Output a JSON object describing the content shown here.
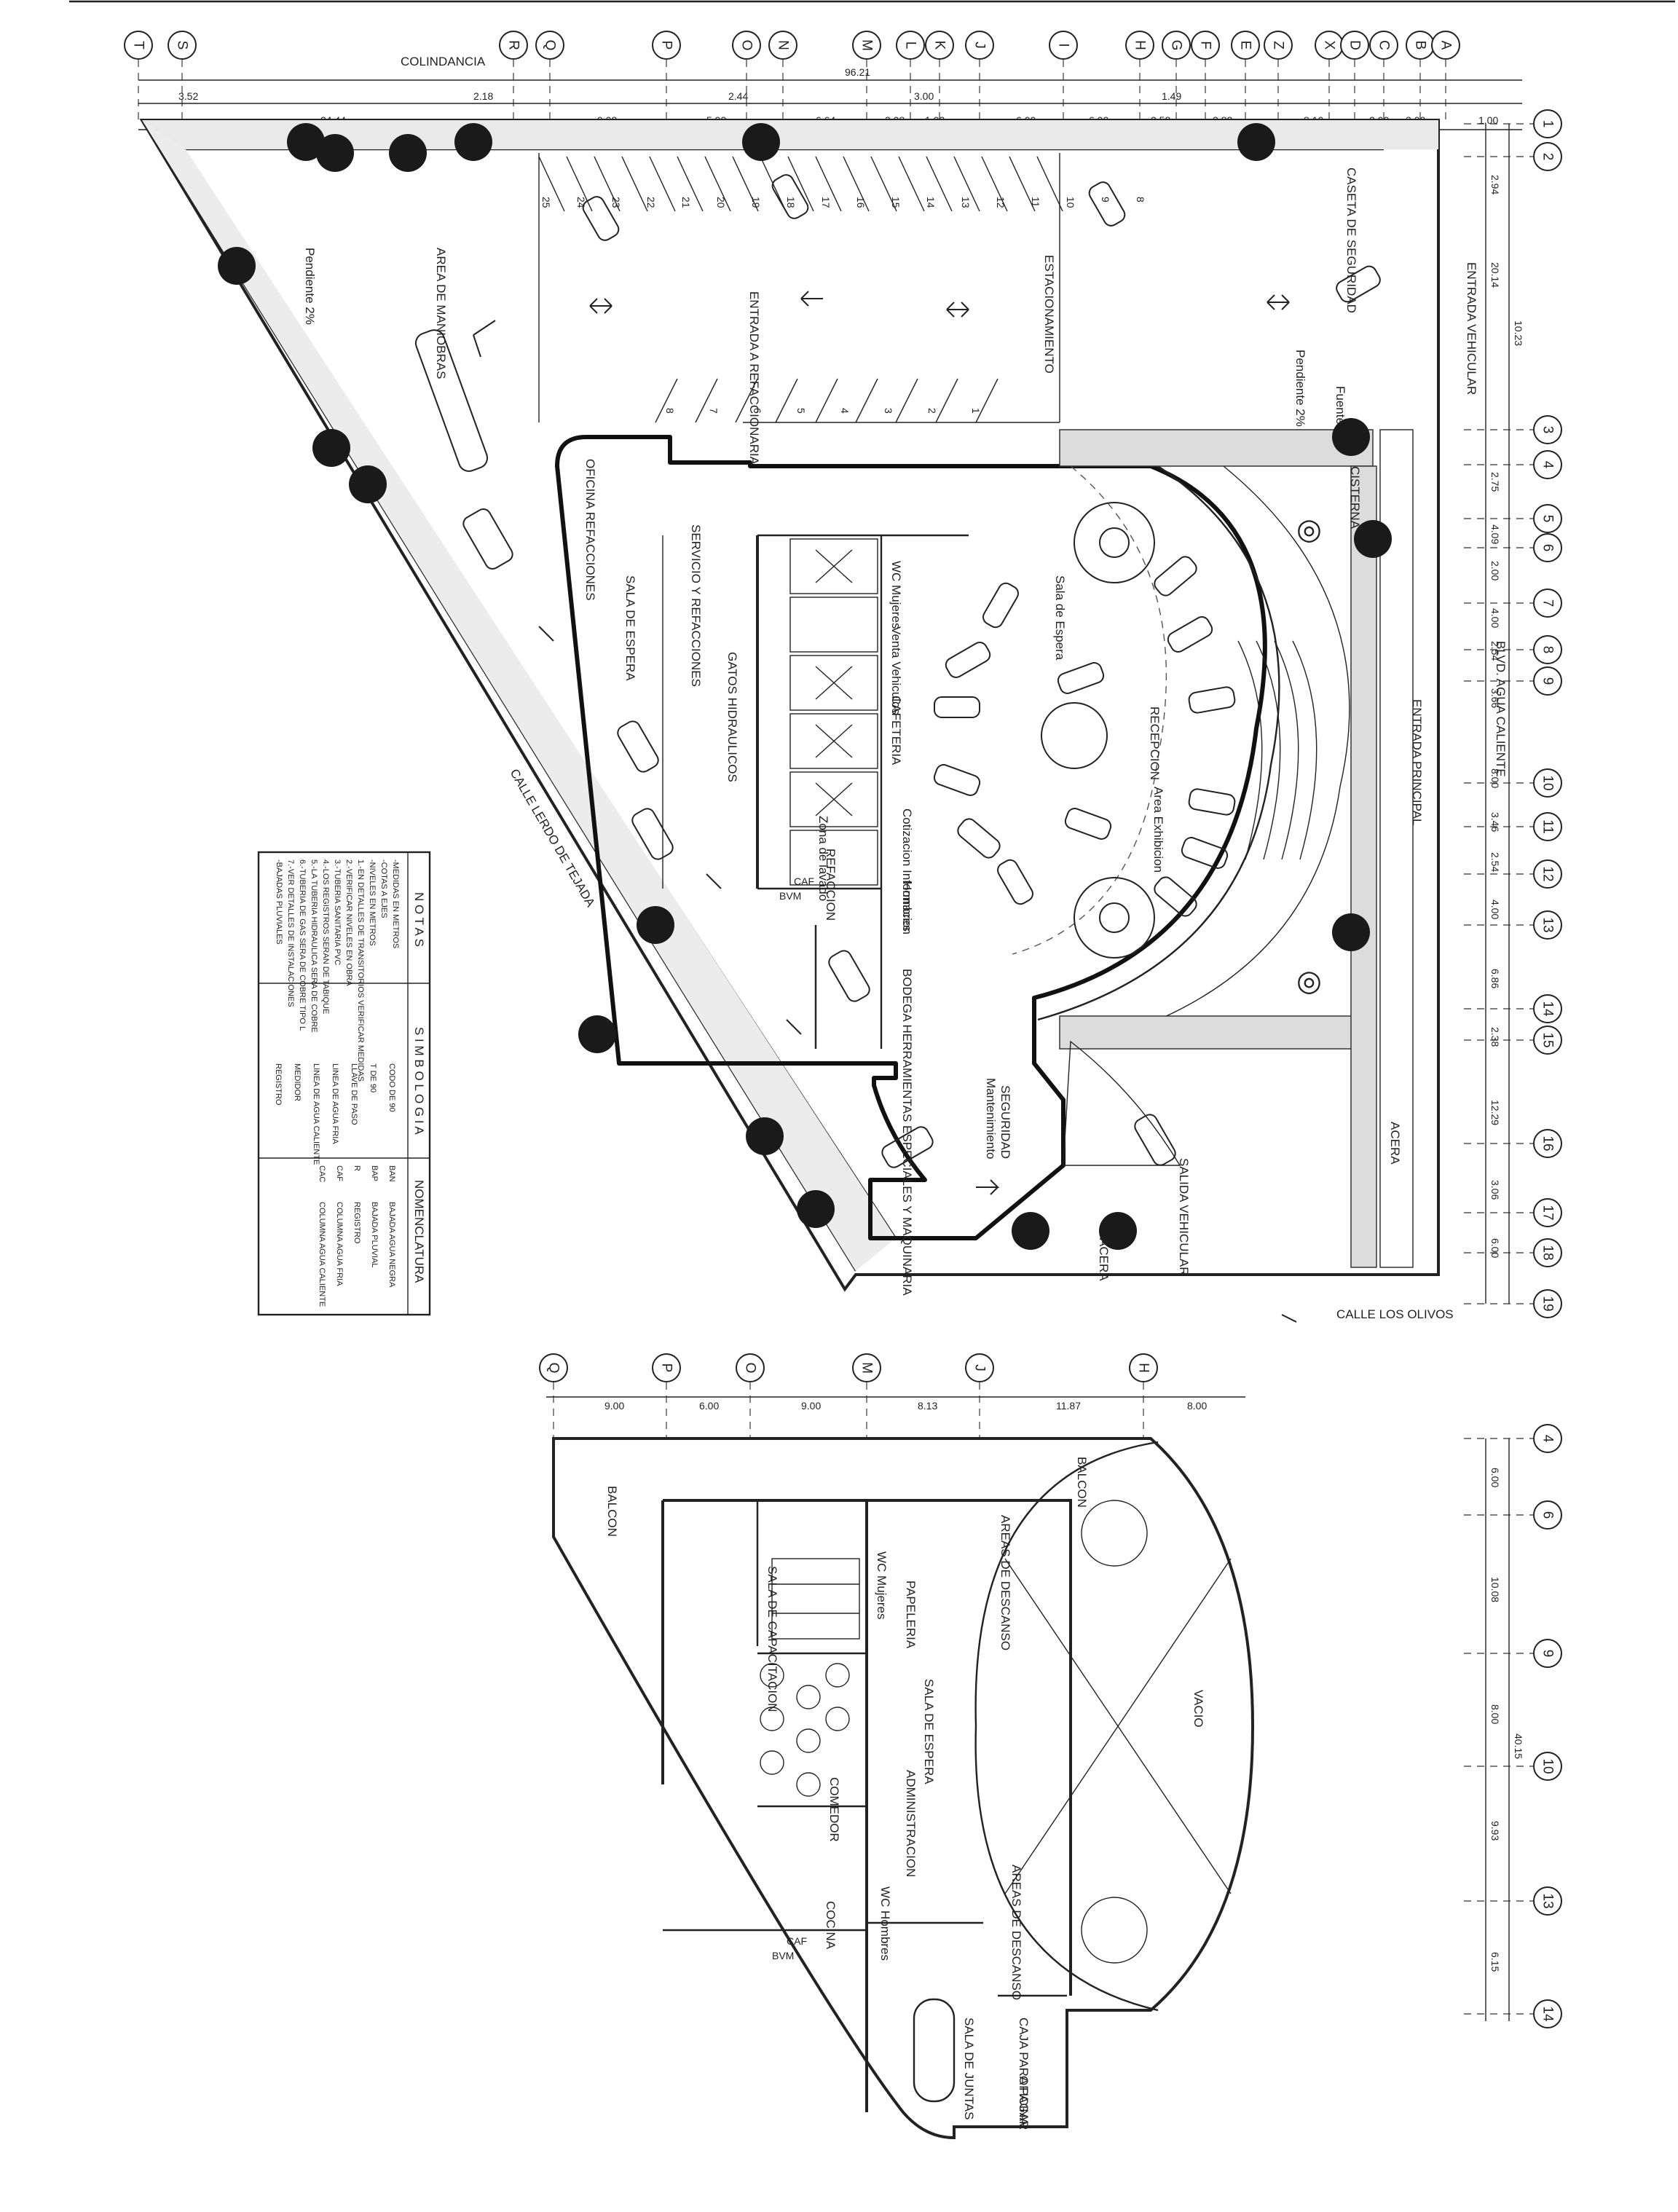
{
  "axes_top": [
    "T",
    "S",
    "R",
    "Q",
    "P",
    "O",
    "N",
    "M",
    "L",
    "K",
    "J",
    "I",
    "H",
    "G",
    "F",
    "E",
    "Z",
    "X",
    "D",
    "C",
    "B",
    "A"
  ],
  "axes_right": [
    "1",
    "2",
    "3",
    "4",
    "5",
    "6",
    "7",
    "8",
    "9",
    "10",
    "11",
    "12",
    "13",
    "14",
    "15",
    "16",
    "17",
    "18",
    "19"
  ],
  "axes_bottom_plan_top": [
    "Q",
    "P",
    "O",
    "M",
    "J",
    "H"
  ],
  "axes_bottom_plan_right": [
    "4",
    "6",
    "9",
    "10",
    "13",
    "14"
  ],
  "top_dims": {
    "total": "96.21",
    "row1": [
      "3.52",
      "2.18",
      "2.44",
      "3.00",
      "1.49"
    ],
    "row2": [
      "24.44",
      "9.08",
      "5.93",
      "6.64",
      "3.08",
      "1.93",
      "6.00",
      "6.00",
      "2.58",
      "3.82",
      "8.10",
      "2.00",
      "3.00",
      "1.00"
    ]
  },
  "right_dims": [
    "2.94",
    "20.14",
    "10.23",
    "2.75",
    "4.09",
    "2.00",
    "4.00",
    "2.54",
    "3.66",
    "8.00",
    "3.46",
    "2.54",
    "4.00",
    "6.86",
    "2.38",
    "12.29",
    "3.06",
    "6.00"
  ],
  "bottom_plan_top_dims": [
    "9.00",
    "6.00",
    "9.00",
    "8.13",
    "11.87",
    "8.00"
  ],
  "bottom_plan_right_dims": [
    "6.00",
    "10.08",
    "8.00",
    "9.93",
    "6.15",
    "40.15"
  ],
  "labels_ground": {
    "colindancia": "COLINDANCIA",
    "area_maniobras": "AREA DE MANIOBRAS",
    "pendiente_left": "Pendiente 2%",
    "entrada_refaccionaria": "ENTRADA A REFACCIONARIA",
    "estacionamiento": "ESTACIONAMIENTO",
    "pendiente_right": "Pendiente 2%",
    "fuente": "Fuente",
    "caseta": "CASETA DE SEGURIDAD",
    "entrada_vehicular": "ENTRADA VEHICULAR",
    "oficina_refacciones": "OFICINA REFACCIONES",
    "servicio_refacciones": "SERVICIO Y REFACCIONES",
    "sala_espera_left": "SALA DE ESPERA",
    "gatos_hidraulicos": "GATOS HIDRAULICOS",
    "wc_mujeres": "WC Mujeres",
    "venta_vehiculos": "Venta Vehiculos",
    "sala_espera": "Sala de Espera",
    "cisterna": "CISTERNA",
    "cafeteria": "CAFETERIA",
    "recepcion": "RECEPCION",
    "area_exhibicion": "Area Exhibicion",
    "blvd": "BLVD. AGUA CALIENTE",
    "entrada_principal": "ENTRADA PRINCIPAL",
    "cotizacion": "Cotizacion Informacion",
    "zona_lavado": "Zona de lavado",
    "refacciones": "REFACCION",
    "hombres": "Hombres",
    "calle_lerdo": "CALLE LERDO DE TEJADA",
    "bodega": "BODEGA HERRAMIENTAS ESPECIALES Y MAQUINARIA",
    "seguridad": "SEGURIDAD",
    "mantenimiento": "Mantenimiento",
    "salida_vehicular": "SALIDA VEHICULAR",
    "acera_bottom": "ACERA",
    "acera_right": "ACERA",
    "calle_olivos": "CALLE LOS OLIVOS",
    "bvm": "BVM",
    "caf": "CAF"
  },
  "labels_upper": {
    "balcon_left": "BALCON",
    "balcon_top": "BALCON",
    "areas_descanso_top": "AREAS DE DESCANSO",
    "wc_mujeres": "WC Mujeres",
    "sala_capacitacion": "SALA DE CAPACITACION",
    "papeleria": "PAPELERIA",
    "vacio": "VACIO",
    "sala_espera": "SALA DE ESPERA",
    "comedor": "COMEDOR",
    "administracion": "ADMINISTRACION",
    "wc_hombres": "WC Hombres",
    "areas_descanso_bottom": "AREAS DE DESCANSO",
    "cocina": "COCINA",
    "sala_juntas": "SALA DE JUNTAS",
    "caja": "CAJA PARA PAGAR",
    "oficina": "OFICINA",
    "bvm": "BVM",
    "caf": "CAF"
  },
  "legend": {
    "notas_title": "N O T A S",
    "notas_lines": [
      "-MEDIDAS EN METROS",
      "-COTAS A EJES",
      "-NIVELES EN METROS",
      "1.-EN DETALLES DE TRANSITORIOS VERIFICAR MEDIDAS",
      "2.-VERIFICAR NIVELES EN OBRA",
      "3.-TUBERIA SANITARIA PVC",
      "4.-LOS REGISTROS SERAN DE TABIQUE",
      "5.-LA TUBERIA HIDRAULICA SERA DE COBRE",
      "6.-TUBERIA DE GAS SERA DE COBRE TIPO L",
      "7.-VER DETALLES DE INSTALACIONES",
      "-BAJADAS PLUVIALES"
    ],
    "simbologia_title": "S I M B O L O G I A",
    "simbologia_items": [
      "CODO DE 90",
      "T DE 90",
      "LLAVE DE PASO",
      "LINEA DE AGUA FRIA",
      "LINEA DE AGUA CALIENTE",
      "MEDIDOR",
      "REGISTRO"
    ],
    "nomenclatura_title": "NOMENCLATURA",
    "nomenclatura_items": [
      {
        "code": "BAN",
        "text": "BAJADA AGUA NEGRA"
      },
      {
        "code": "BAP",
        "text": "BAJADA PLUVIAL"
      },
      {
        "code": "R",
        "text": "REGISTRO"
      },
      {
        "code": "CAF",
        "text": "COLUMNA AGUA FRIA"
      },
      {
        "code": "CAC",
        "text": "COLUMNA AGUA CALIENTE"
      }
    ]
  },
  "parking_numbers": [
    "25",
    "24",
    "23",
    "22",
    "21",
    "20",
    "19",
    "18",
    "17",
    "16",
    "15",
    "14",
    "13",
    "12",
    "11",
    "10",
    "9",
    "8"
  ],
  "parking_numbers_low": [
    "8",
    "7",
    "6",
    "5",
    "4",
    "3",
    "2",
    "1"
  ],
  "colors": {
    "ink": "#222222",
    "paper": "#ffffff"
  }
}
